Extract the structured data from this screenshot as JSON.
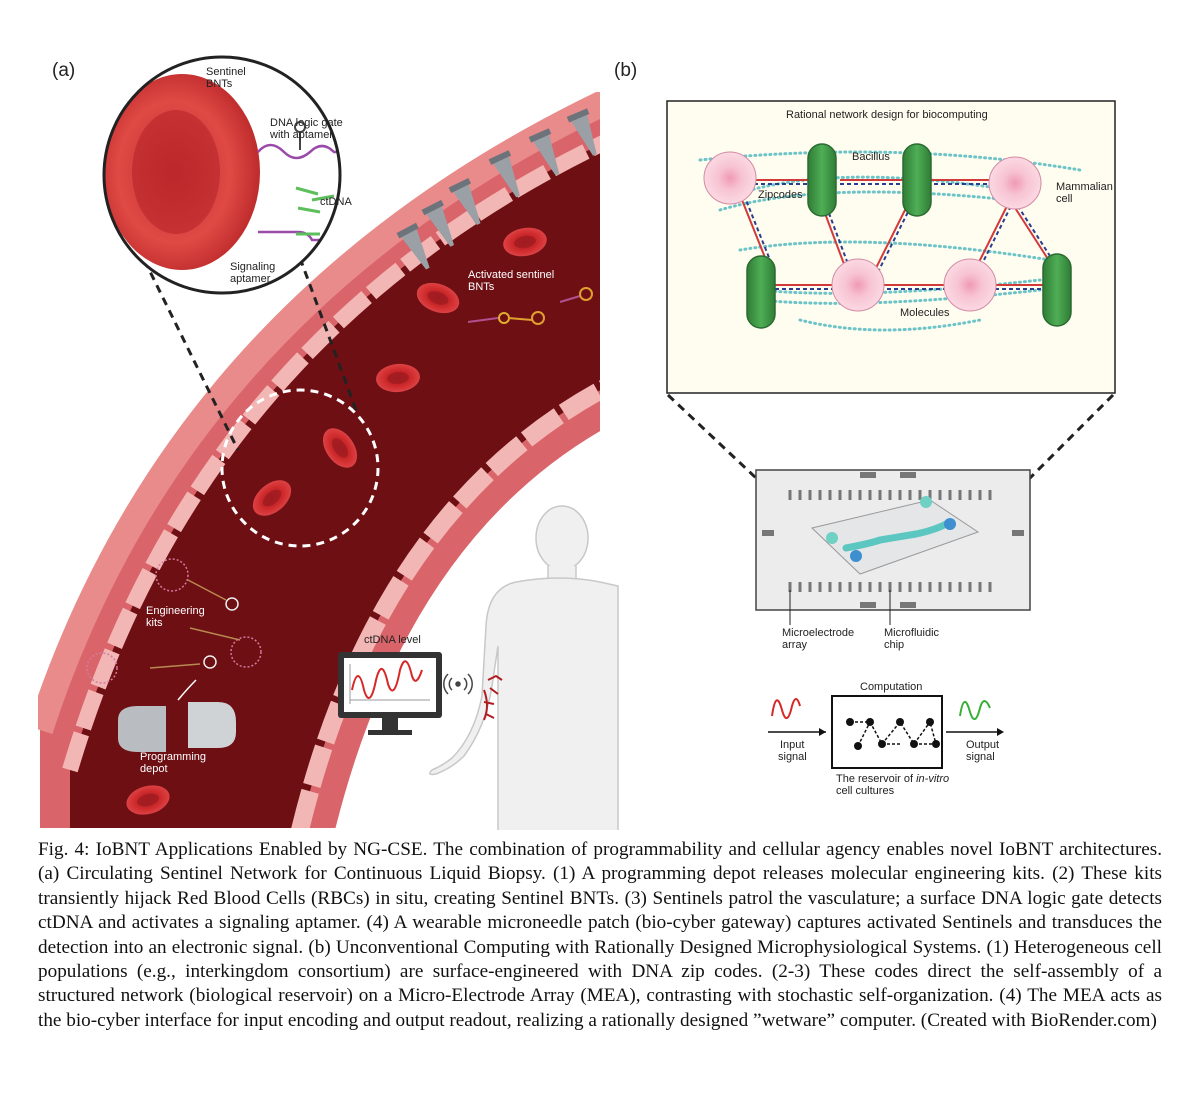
{
  "panel_a": {
    "label": "(a)",
    "inset": {
      "sentinel_bnts": [
        "Sentinel",
        "BNTs"
      ],
      "dna_logic_gate": [
        "DNA logic gate",
        "with aptamer"
      ],
      "ctdna": "ctDNA",
      "signaling_aptamer": [
        "Signaling",
        "aptamer"
      ]
    },
    "activated_sentinel": [
      "Activated sentinel",
      "BNTs"
    ],
    "engineering_kits": [
      "Engineering",
      "kits"
    ],
    "programming_depot": [
      "Programming",
      "depot"
    ],
    "monitor_title": "ctDNA level"
  },
  "panel_b": {
    "label": "(b)",
    "network_title": "Rational network design for biocomputing",
    "bacillus": "Bacillus",
    "zipcodes": "Zipcodes",
    "mammalian": [
      "Mammalian",
      "cell"
    ],
    "molecules": "Molecules",
    "microelectrode": [
      "Microelectrode",
      "array"
    ],
    "microfluidic": [
      "Microfluidic",
      "chip"
    ],
    "computation": "Computation",
    "input_signal": [
      "Input",
      "signal"
    ],
    "output_signal": [
      "Output",
      "signal"
    ],
    "reservoir_line1_prefix": "The reservoir of ",
    "reservoir_line1_italic": "in-vitro",
    "reservoir_line2": "cell cultures"
  },
  "caption": "Fig. 4: IoBNT Applications Enabled by NG-CSE. The combination of programmability and cellular agency enables novel IoBNT architectures. (a) Circulating Sentinel Network for Continuous Liquid Biopsy. (1) A programming depot releases molecular engineering kits. (2) These kits transiently hijack Red Blood Cells (RBCs) in situ, creating Sentinel BNTs. (3) Sentinels patrol the vasculature; a surface DNA logic gate detects ctDNA and activates a signaling aptamer. (4) A wearable microneedle patch (bio-cyber gateway) captures activated Sentinels and transduces the detection into an electronic signal. (b) Unconventional Computing with Rationally Designed Microphysiological Systems. (1) Heterogeneous cell populations (e.g., interkingdom consortium) are surface-engineered with DNA zip codes. (2-3) These codes direct the self-assembly of a structured network (biological reservoir) on a Micro-Electrode Array (MEA), contrasting with stochastic self-organization. (4) The MEA acts as the bio-cyber interface for input encoding and output readout, realizing a rationally designed ”wetware” computer. (Created with BioRender.com)",
  "colors": {
    "vessel_lumen": "#6e0f14",
    "vessel_wall": "#d9646a",
    "endothelium": "#f4c4c2",
    "rbc": "#cf2a2c",
    "bacillus": "#3f9a46",
    "mammalian_cell": "#f5bfd0",
    "dna_red": "#d23a3a",
    "dna_blue": "#2a3d8f",
    "zipcode_dots": "#6cc3c8",
    "signal_red": "#d62828",
    "signal_green": "#35b035",
    "chip_teal": "#5cc6c0"
  }
}
